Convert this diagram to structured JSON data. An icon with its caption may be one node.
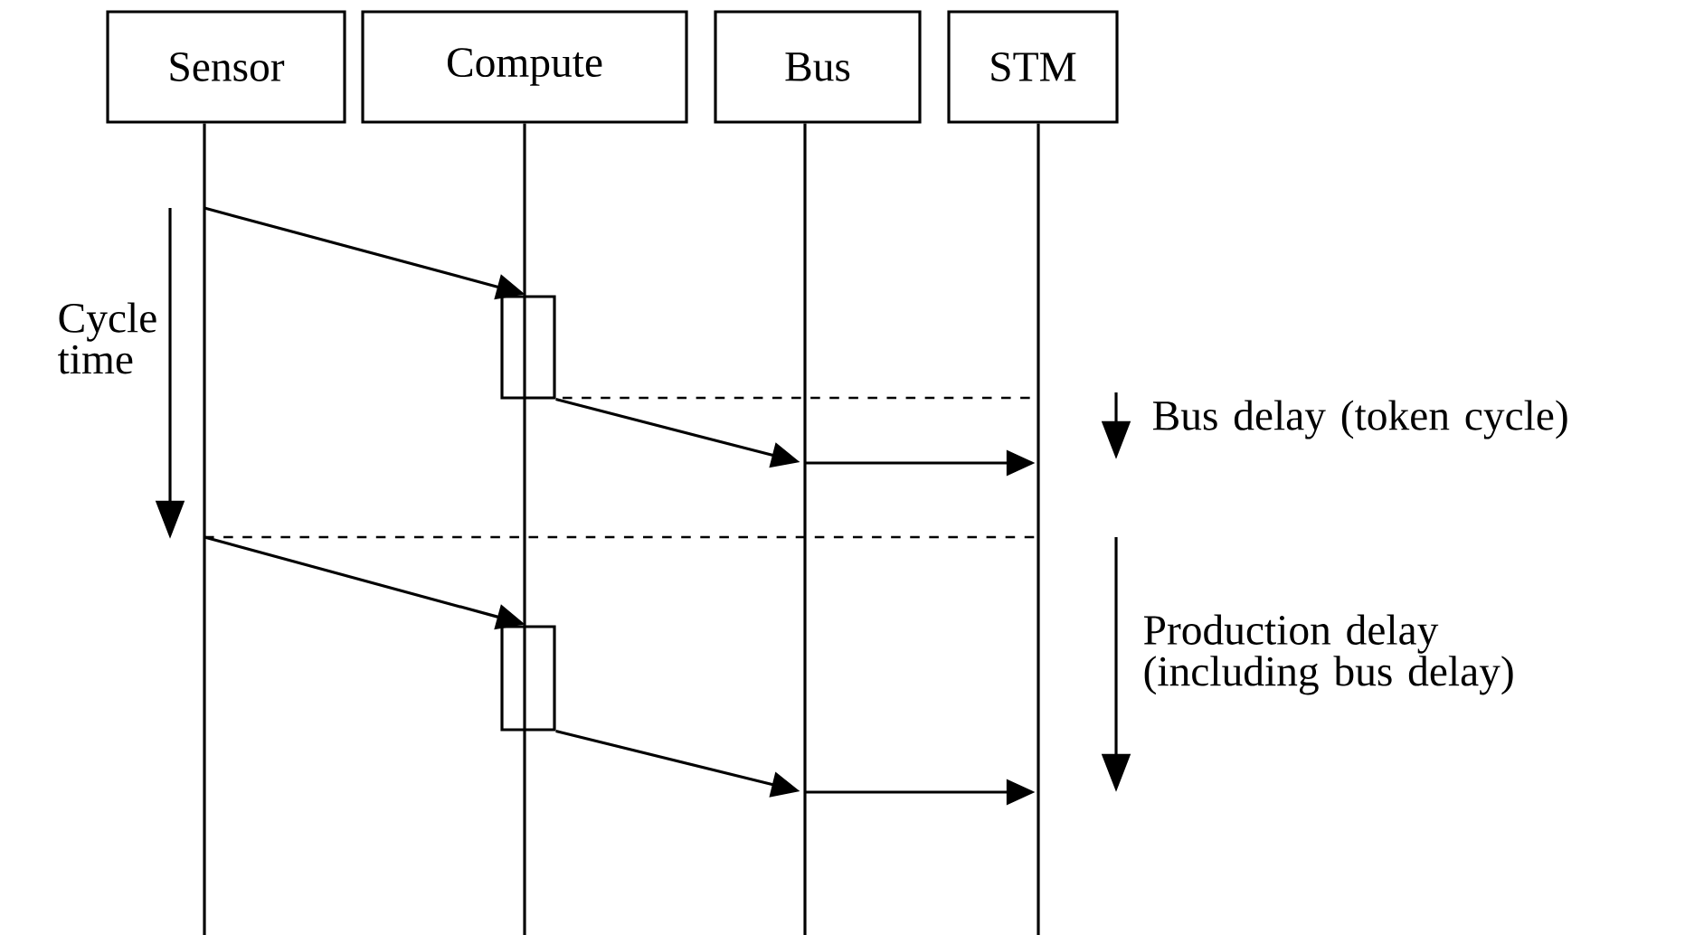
{
  "diagram": {
    "nodes": [
      {
        "text": [
          "Sensor"
        ]
      },
      {
        "text": [
          "Compute"
        ]
      },
      {
        "text": [
          "Bus"
        ]
      },
      {
        "text": [
          "STM"
        ]
      },
      {
        "text": [],
        "shape": "box"
      },
      {
        "text": [],
        "shape": "box"
      }
    ],
    "edges": [
      {
        "from": 0,
        "to": null,
        "arrow": "none"
      },
      {
        "from": 1,
        "to": null,
        "arrow": "none"
      },
      {
        "from": 2,
        "to": null,
        "arrow": "none"
      },
      {
        "from": 3,
        "to": null,
        "arrow": "none"
      },
      {
        "from": null,
        "to": 4,
        "arrow": "to"
      },
      {
        "from": 4,
        "to": null,
        "arrow": "to"
      },
      {
        "from": null,
        "to": 5,
        "arrow": "to"
      },
      {
        "from": 5,
        "to": null,
        "arrow": "to"
      }
    ],
    "labels": [
      "Cycle time",
      "Bus delay (token cycle)",
      "Production delay (including bus delay)"
    ]
  }
}
